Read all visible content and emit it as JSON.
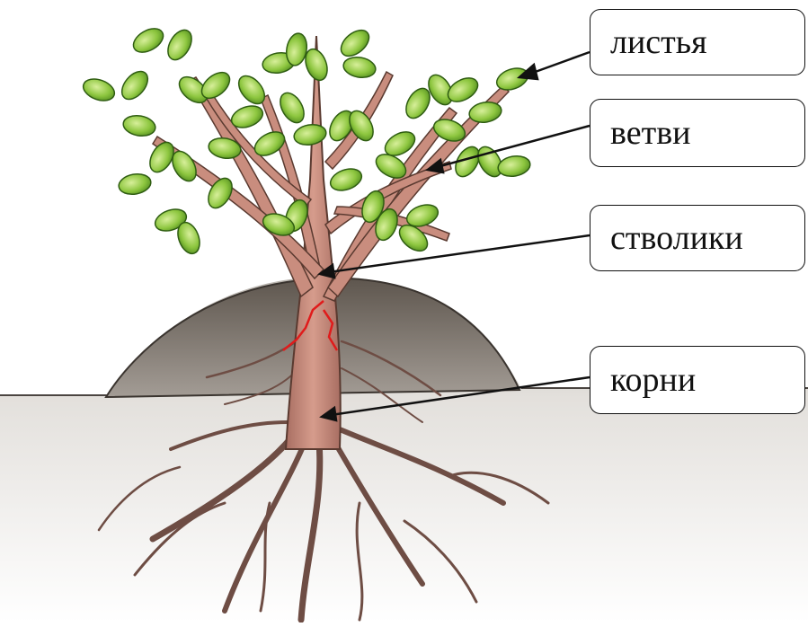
{
  "labels": {
    "leaves": "листья",
    "branches": "ветви",
    "stems": "стволики",
    "roots": "корни"
  },
  "colors": {
    "leaf": "#8dc63f",
    "leaf_dark": "#4f8a1e",
    "bark": "#c98d7e",
    "bark_dark": "#5a3a30",
    "soil_mound": "#6b625a",
    "soil_ground": "#d9d6d2",
    "crack": "#e01b1b",
    "root": "#6e4d44"
  }
}
